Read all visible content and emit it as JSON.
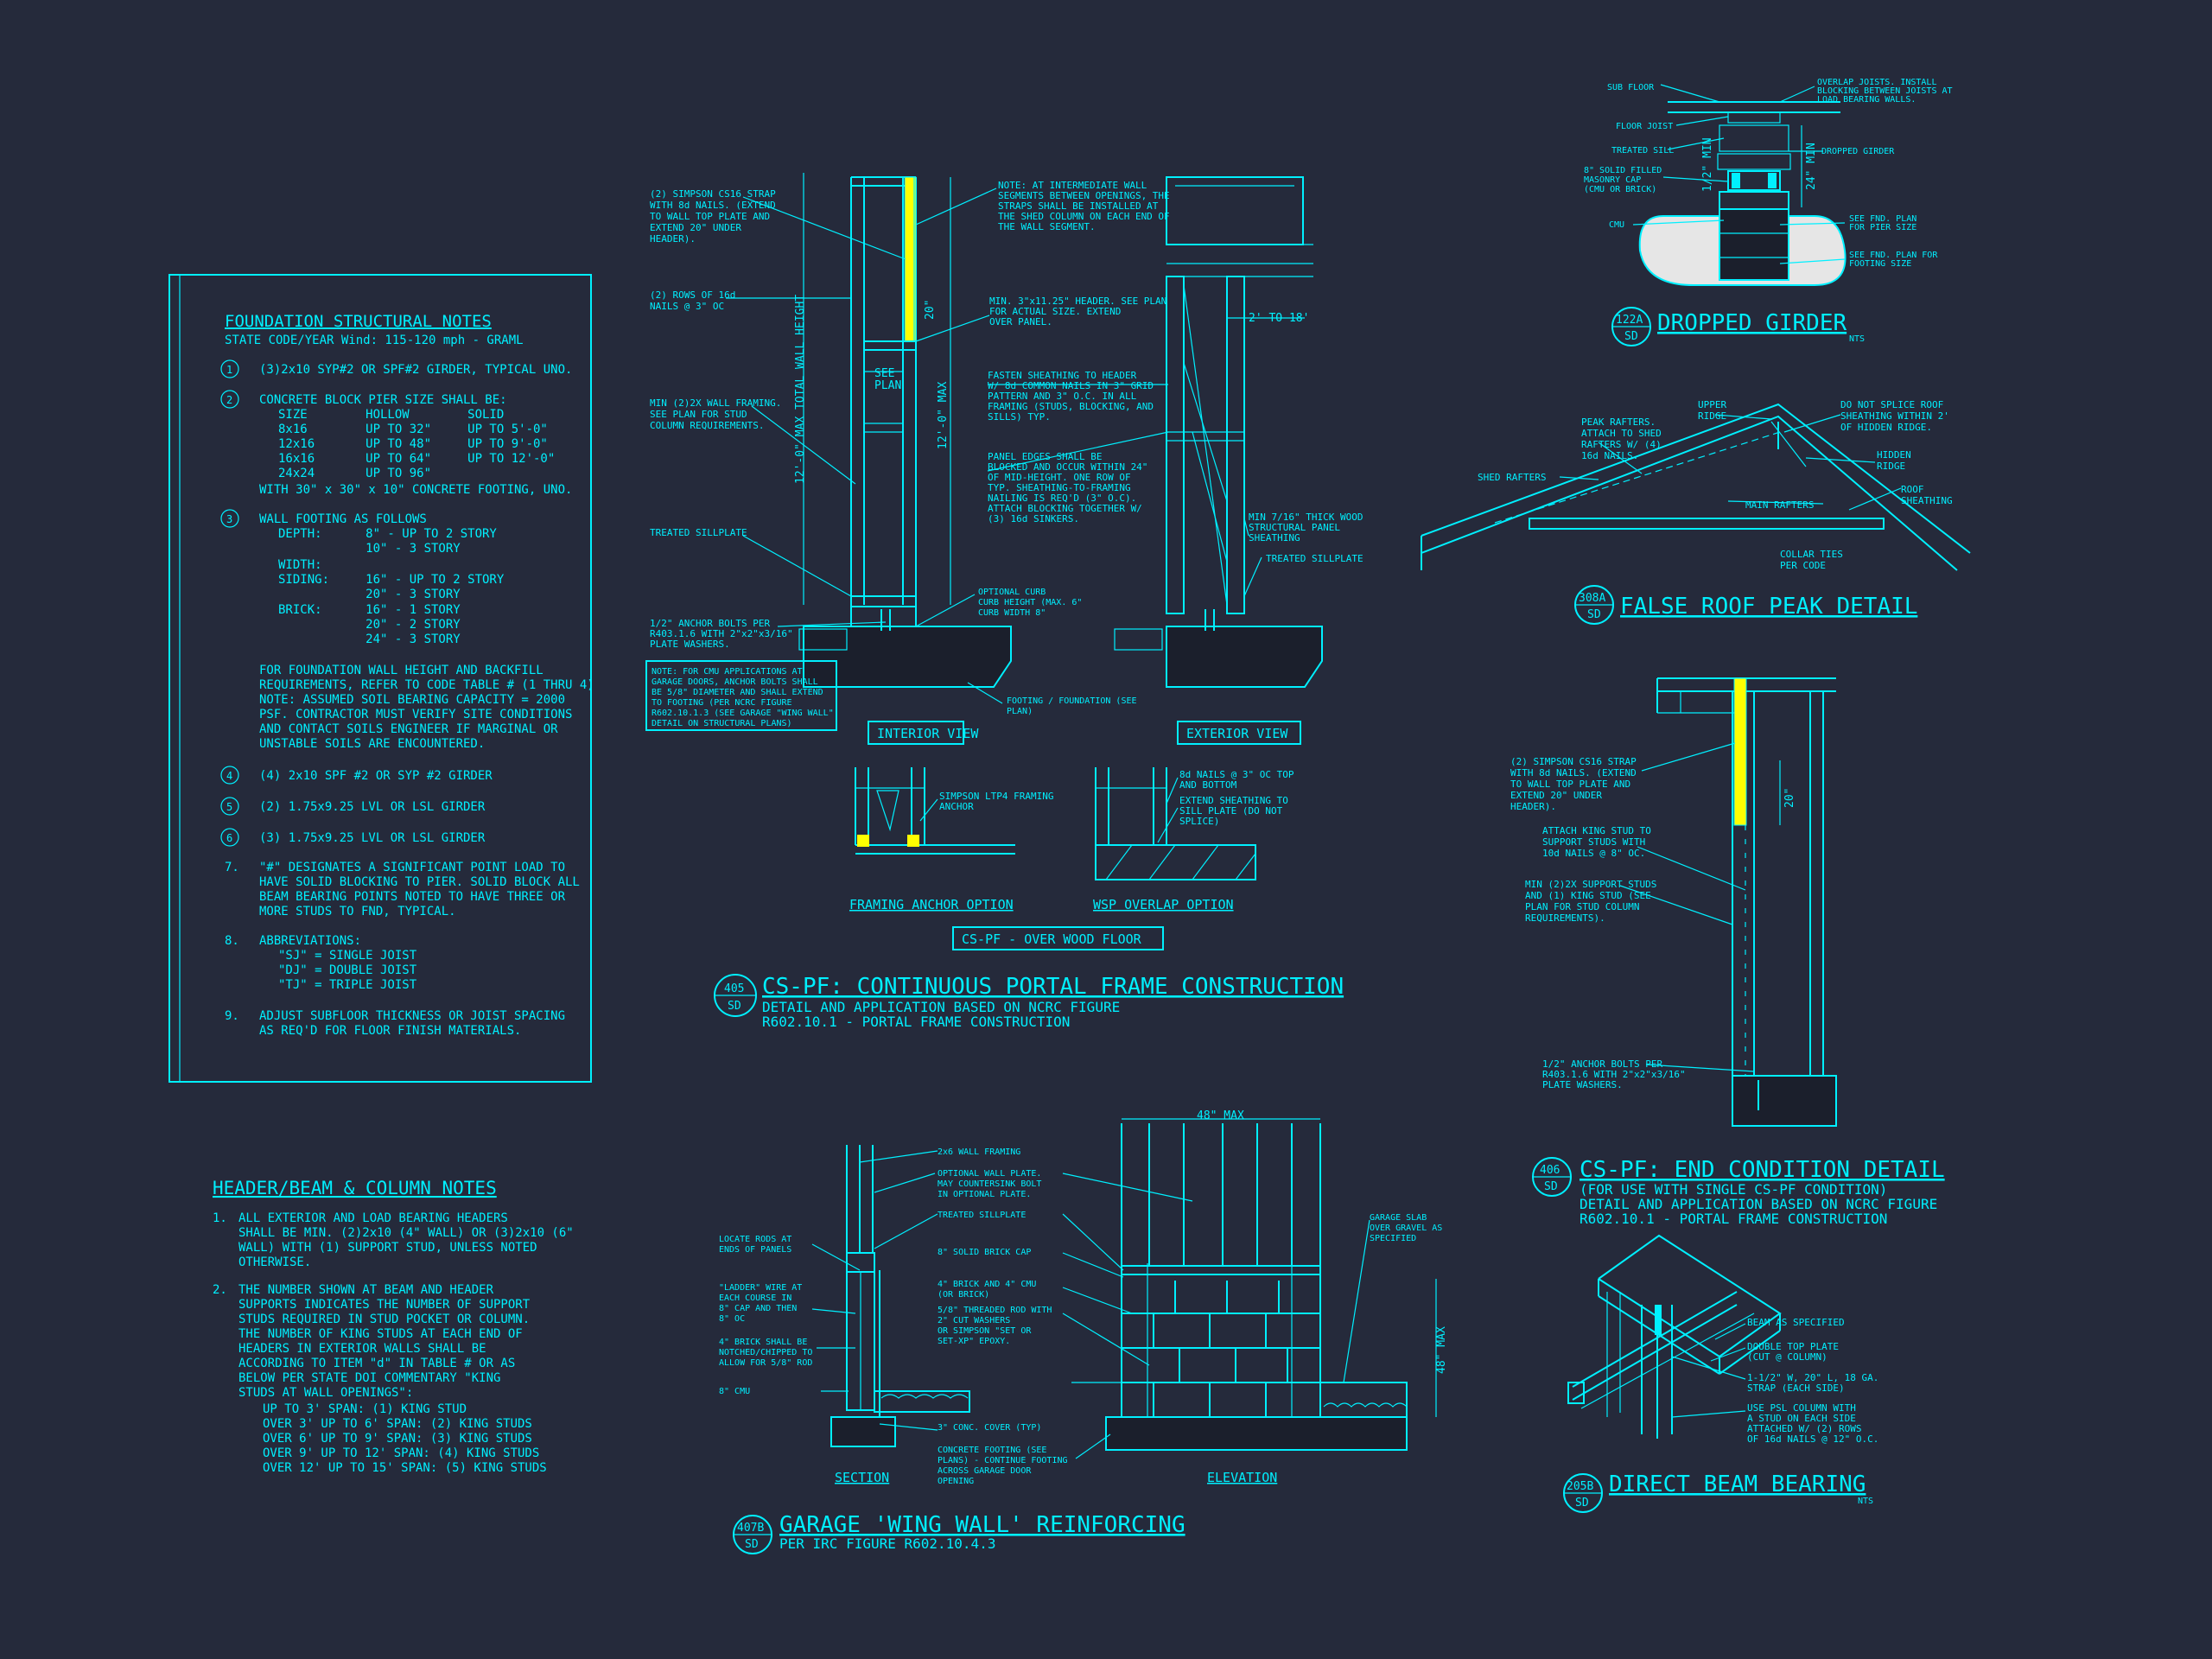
{
  "foundation_notes": {
    "title": "FOUNDATION STRUCTURAL NOTES",
    "subtitle": "STATE CODE/YEAR Wind: 115-120 mph - GRAML",
    "lines": [
      "(3)2x10 SYP#2 OR SPF#2 GIRDER, TYPICAL UNO.",
      "CONCRETE BLOCK PIER SIZE SHALL BE:",
      "SIZE        HOLLOW        SOLID",
      "8x16        UP TO 32\"     UP TO 5'-0\"",
      "12x16       UP TO 48\"     UP TO 9'-0\"",
      "16x16       UP TO 64\"     UP TO 12'-0\"",
      "24x24       UP TO 96\"",
      "WITH 30\" x 30\" x 10\" CONCRETE FOOTING, UNO.",
      "WALL FOOTING AS FOLLOWS",
      "DEPTH:      8\" - UP TO 2 STORY",
      "            10\" - 3 STORY",
      "WIDTH:",
      "SIDING:     16\" - UP TO 2 STORY",
      "            20\" - 3 STORY",
      "BRICK:      16\" - 1 STORY",
      "            20\" - 2 STORY",
      "            24\" - 3 STORY",
      "FOR FOUNDATION WALL HEIGHT AND BACKFILL",
      "REQUIREMENTS, REFER TO CODE TABLE # (1 THRU 4)",
      "NOTE: ASSUMED SOIL BEARING CAPACITY = 2000",
      "PSF. CONTRACTOR MUST VERIFY SITE CONDITIONS",
      "AND CONTACT SOILS ENGINEER IF MARGINAL OR",
      "UNSTABLE SOILS ARE ENCOUNTERED.",
      "(4) 2x10 SPF #2 OR SYP #2 GIRDER",
      "(2) 1.75x9.25 LVL OR LSL GIRDER",
      "(3) 1.75x9.25 LVL OR LSL GIRDER",
      "\"#\" DESIGNATES A SIGNIFICANT POINT LOAD TO",
      "HAVE SOLID BLOCKING TO PIER. SOLID BLOCK ALL",
      "BEAM BEARING POINTS NOTED TO HAVE THREE OR",
      "MORE STUDS TO FND, TYPICAL.",
      "ABBREVIATIONS:",
      "\"SJ\" = SINGLE JOIST",
      "\"DJ\" = DOUBLE JOIST",
      "\"TJ\" = TRIPLE JOIST",
      "ADJUST SUBFLOOR THICKNESS OR JOIST SPACING",
      "AS REQ'D FOR FLOOR FINISH MATERIALS."
    ],
    "markers": [
      "1",
      "2",
      "3",
      "4",
      "5",
      "6",
      "7.",
      "8.",
      "9."
    ]
  },
  "header_notes": {
    "title": "HEADER/BEAM & COLUMN NOTES",
    "lines": [
      "ALL EXTERIOR AND LOAD BEARING HEADERS",
      "SHALL BE MIN. (2)2x10 (4\" WALL) OR (3)2x10 (6\"",
      "WALL) WITH (1) SUPPORT STUD, UNLESS NOTED",
      "OTHERWISE.",
      "THE NUMBER SHOWN AT BEAM AND HEADER",
      "SUPPORTS INDICATES THE NUMBER OF SUPPORT",
      "STUDS REQUIRED IN STUD POCKET OR COLUMN.",
      "THE NUMBER OF KING STUDS AT EACH END OF",
      "HEADERS IN EXTERIOR WALLS SHALL BE",
      "ACCORDING TO ITEM \"d\" IN TABLE # OR AS",
      "BELOW PER STATE DOI COMMENTARY \"KING",
      "STUDS AT WALL OPENINGS\":",
      "UP TO 3' SPAN: (1) KING STUD",
      "OVER 3' UP TO 6' SPAN: (2) KING STUDS",
      "OVER 6' UP TO 9' SPAN: (3) KING STUDS",
      "OVER 9' UP TO 12' SPAN: (4) KING STUDS",
      "OVER 12' UP TO 15' SPAN: (5) KING STUDS"
    ],
    "markers": [
      "1.",
      "2."
    ]
  },
  "portal": {
    "tag_top": "405",
    "tag_bot": "SD",
    "title": "CS-PF: CONTINUOUS PORTAL FRAME CONSTRUCTION",
    "sub1": "DETAIL AND APPLICATION BASED ON NCRC FIGURE",
    "sub2": "R602.10.1 - PORTAL FRAME CONSTRUCTION",
    "interior_view": "INTERIOR VIEW",
    "exterior_view": "EXTERIOR VIEW",
    "framing_anchor": "FRAMING ANCHOR OPTION",
    "wsp_overlap": "WSP OVERLAP OPTION",
    "over_wood": "CS-PF - OVER WOOD FLOOR",
    "n_strap": [
      "(2) SIMPSON CS16 STRAP",
      "WITH 8d NAILS. (EXTEND",
      "TO WALL TOP PLATE AND",
      "EXTEND 20\" UNDER",
      "HEADER)."
    ],
    "n_rows": [
      "(2) ROWS OF 16d",
      "NAILS @ 3\" OC"
    ],
    "n_min": [
      "MIN (2)2X WALL FRAMING.",
      "SEE PLAN FOR STUD",
      "COLUMN REQUIREMENTS."
    ],
    "n_sill": "TREATED SILLPLATE",
    "n_anchor": [
      "1/2\" ANCHOR BOLTS PER",
      "R403.1.6 WITH 2\"x2\"x3/16\"",
      "PLATE WASHERS."
    ],
    "n_cmu": [
      "NOTE: FOR CMU APPLICATIONS AT",
      "GARAGE DOORS, ANCHOR BOLTS SHALL",
      "BE 5/8\" DIAMETER AND SHALL EXTEND",
      "TO FOOTING (PER NCRC FIGURE",
      "R602.10.1.3 (SEE GARAGE \"WING WALL\"",
      "DETAIL ON STRUCTURAL PLANS)"
    ],
    "n_intermediate": [
      "NOTE: AT INTERMEDIATE WALL",
      "SEGMENTS BETWEEN OPENINGS, THE",
      "STRAPS SHALL BE INSTALLED AT",
      "THE SHED COLUMN ON EACH END OF",
      "THE WALL SEGMENT."
    ],
    "n_header": [
      "MIN. 3\"x11.25\" HEADER. SEE PLAN",
      "FOR ACTUAL SIZE. EXTEND",
      "OVER PANEL."
    ],
    "n_fasten": [
      "FASTEN SHEATHING TO HEADER",
      "W/ 8d COMMON NAILS IN 3\" GRID",
      "PATTERN AND 3\" O.C. IN ALL",
      "FRAMING (STUDS, BLOCKING, AND",
      "SILLS) TYP."
    ],
    "n_panel": [
      "PANEL EDGES SHALL BE",
      "BLOCKED AND OCCUR WITHIN 24\"",
      "OF MID-HEIGHT. ONE ROW OF",
      "TYP. SHEATHING-TO-FRAMING",
      "NAILING IS REQ'D (3\" O.C).",
      "ATTACH BLOCKING TOGETHER W/",
      "(3) 16d SINKERS."
    ],
    "n_curb": [
      "OPTIONAL CURB",
      "CURB HEIGHT (MAX. 6\"",
      "CURB WIDTH 8\""
    ],
    "n_footing": [
      "FOOTING / FOUNDATION (SEE",
      "PLAN)"
    ],
    "n_thick": [
      "MIN 7/16\" THICK WOOD",
      "STRUCTURAL PANEL",
      "SHEATHING"
    ],
    "n_sill2": "TREATED SILLPLATE",
    "n_2to18": "2' TO 18'",
    "n_see_plan": [
      "SEE",
      "PLAN"
    ],
    "n_ltp4": [
      "SIMPSON LTP4 FRAMING",
      "ANCHOR"
    ],
    "n_8d": [
      "8d NAILS @ 3\" OC TOP",
      "AND BOTTOM"
    ],
    "n_extend": [
      "EXTEND SHEATHING TO",
      "SILL PLATE (DO NOT",
      "SPLICE)"
    ],
    "dim_20": "20\"",
    "dim_12max": "12'-0\" MAX",
    "dim_total": "12'-0\" MAX TOTAL WALL HEIGHT"
  },
  "dropped_girder": {
    "tag_top": "122A",
    "tag_bot": "SD",
    "title": "DROPPED GIRDER",
    "nts": "NTS",
    "labels": [
      "SUB FLOOR",
      "FLOOR JOIST",
      "TREATED SILL",
      "8\" SOLID FILLED",
      "MASONRY CAP",
      "(CMU OR BRICK)",
      "CMU"
    ],
    "labels_r": [
      "OVERLAP JOISTS. INSTALL",
      "BLOCKING BETWEEN JOISTS AT",
      "LOAD BEARING WALLS.",
      "DROPPED GIRDER",
      "SEE FND. PLAN",
      "FOR PIER SIZE",
      "SEE FND. PLAN FOR",
      "FOOTING SIZE"
    ],
    "dim_a": "24\" MIN",
    "dim_b": "1/2\" MIN"
  },
  "false_roof": {
    "tag_top": "308A",
    "tag_bot": "SD",
    "title": "FALSE ROOF PEAK DETAIL",
    "labels": [
      "PEAK RAFTERS.",
      "ATTACH TO SHED",
      "RAFTERS W/ (4)",
      "16d NAILS.",
      "UPPER",
      "RIDGE",
      "DO NOT SPLICE ROOF",
      "SHEATHING WITHIN 2'",
      "OF HIDDEN RIDGE.",
      "HIDDEN",
      "RIDGE",
      "SHED RAFTERS",
      "MAIN RAFTERS",
      "ROOF",
      "SHEATHING",
      "COLLAR TIES",
      "PER CODE"
    ]
  },
  "end_condition": {
    "tag_top": "406",
    "tag_bot": "SD",
    "title": "CS-PF: END CONDITION DETAIL",
    "sub1": "(FOR USE WITH SINGLE CS-PF CONDITION)",
    "sub2": "DETAIL AND APPLICATION BASED ON NCRC FIGURE",
    "sub3": "R602.10.1 - PORTAL FRAME CONSTRUCTION",
    "n_strap": [
      "(2) SIMPSON CS16 STRAP",
      "WITH 8d NAILS. (EXTEND",
      "TO WALL TOP PLATE AND",
      "EXTEND 20\" UNDER",
      "HEADER)."
    ],
    "n_king": [
      "ATTACH KING STUD TO",
      "SUPPORT STUDS WITH",
      "10d NAILS @ 8\" OC."
    ],
    "n_min": [
      "MIN (2)2X SUPPORT STUDS",
      "AND (1) KING STUD (SEE",
      "PLAN FOR STUD COLUMN",
      "REQUIREMENTS)."
    ],
    "n_anchor": [
      "1/2\" ANCHOR BOLTS PER",
      "R403.1.6 WITH 2\"x2\"x3/16\"",
      "PLATE WASHERS."
    ],
    "dim_20": "20\""
  },
  "garage": {
    "tag_top": "407B",
    "tag_bot": "SD",
    "title": "GARAGE 'WING WALL' REINFORCING",
    "sub": "PER IRC FIGURE R602.10.4.3",
    "section": "SECTION",
    "elevation": "ELEVATION",
    "left": [
      "LOCATE RODS AT",
      "ENDS OF PANELS",
      "\"LADDER\" WIRE AT",
      "EACH COURSE IN",
      "8\" CAP AND THEN",
      "8\" OC",
      "4\" BRICK SHALL BE",
      "NOTCHED/CHIPPED TO",
      "ALLOW FOR 5/8\" ROD",
      "8\" CMU"
    ],
    "mid": [
      "2x6 WALL FRAMING",
      "OPTIONAL WALL PLATE.",
      "MAY COUNTERSINK BOLT",
      "IN OPTIONAL PLATE.",
      "TREATED SILLPLATE",
      "8\" SOLID BRICK CAP",
      "4\" BRICK AND 4\" CMU",
      "(OR BRICK)",
      "5/8\" THREADED ROD WITH",
      "2\" CUT WASHERS",
      "OR SIMPSON \"SET OR",
      "SET-XP\" EPOXY.",
      "3\" CONC. COVER (TYP)",
      "CONCRETE FOOTING (SEE",
      "PLANS) - CONTINUE FOOTING",
      "ACROSS GARAGE DOOR",
      "OPENING"
    ],
    "right": [
      "GARAGE SLAB",
      "OVER GRAVEL AS",
      "SPECIFIED"
    ],
    "dim_48": "48\" MAX",
    "dim_48v": "48\" MAX"
  },
  "beam": {
    "tag_top": "205B",
    "tag_bot": "SD",
    "title": "DIRECT BEAM BEARING",
    "nts": "NTS",
    "labels": [
      "BEAM AS SPECIFIED",
      "DOUBLE TOP PLATE",
      "(CUT @ COLUMN)",
      "1-1/2\" W, 20\" L, 18 GA.",
      "STRAP (EACH SIDE)",
      "USE PSL COLUMN WITH",
      "A STUD ON EACH SIDE",
      "ATTACHED W/ (2) ROWS",
      "OF 16d NAILS @ 12\" O.C."
    ]
  },
  "colors": {
    "background": "#252a3b",
    "line": "#00f0ff",
    "highlight": "#ffff00",
    "fill": "#e6e6e6"
  }
}
